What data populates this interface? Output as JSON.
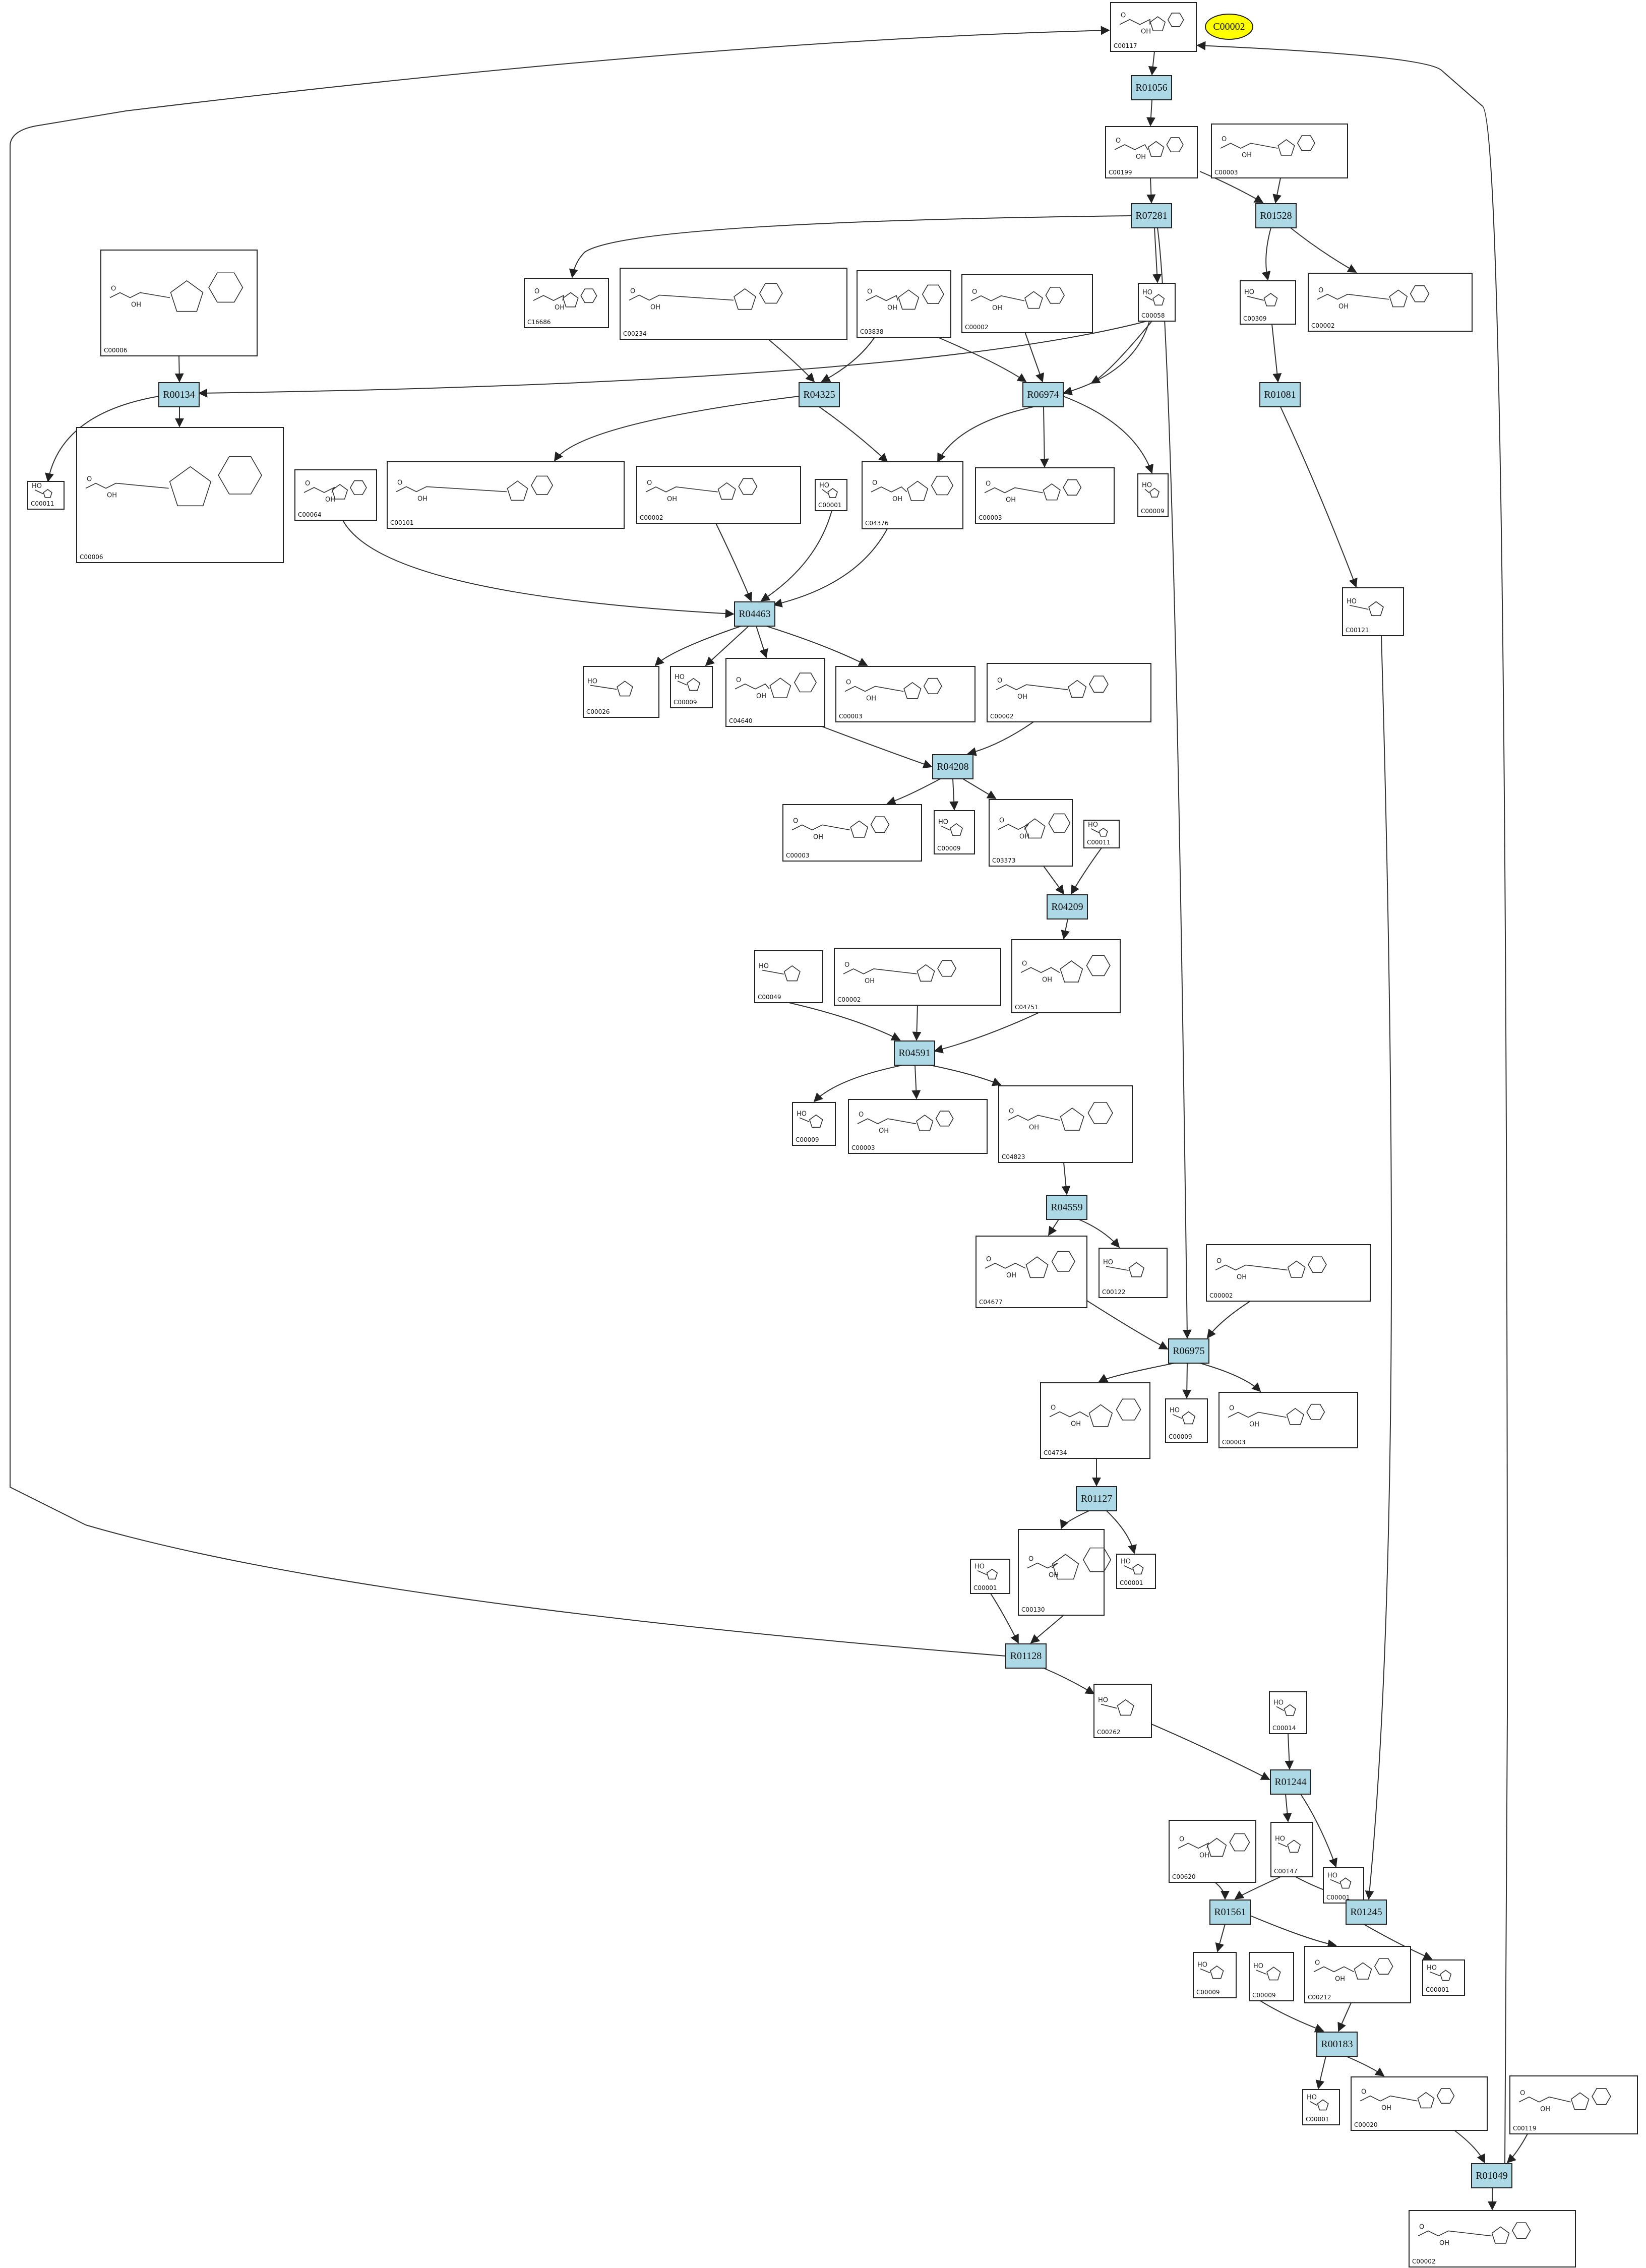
{
  "diagram": {
    "legend_node": {
      "label": "C00002",
      "color": "#ffff00"
    },
    "reaction_color": "#add8e6",
    "compounds": [
      "C00117",
      "C00199",
      "C00003",
      "C00006",
      "C16686",
      "C00234",
      "C03838",
      "C00002",
      "C00058",
      "C00309",
      "C00002",
      "C00011",
      "C00006",
      "C00064",
      "C00101",
      "C00002",
      "C00001",
      "C04376",
      "C00003",
      "C00009",
      "C00121",
      "C00026",
      "C00009",
      "C04640",
      "C00003",
      "C00002",
      "C00003",
      "C00009",
      "C03373",
      "C00011",
      "C00049",
      "C00002",
      "C04751",
      "C00009",
      "C00003",
      "C04823",
      "C04677",
      "C00122",
      "C00002",
      "C04734",
      "C00009",
      "C00003",
      "C00130",
      "C00001",
      "C00001",
      "C00262",
      "C00014",
      "C00620",
      "C00147",
      "C00001",
      "C00009",
      "C00009",
      "C00212",
      "C00001",
      "C00001",
      "C00020",
      "C00119",
      "C00002"
    ],
    "reactions": [
      "R01056",
      "R07281",
      "R01528",
      "R00134",
      "R04325",
      "R06974",
      "R01081",
      "R04463",
      "R04208",
      "R04209",
      "R04591",
      "R04559",
      "R06975",
      "R01127",
      "R01128",
      "R01244",
      "R01561",
      "R01245",
      "R00183",
      "R01049"
    ]
  }
}
